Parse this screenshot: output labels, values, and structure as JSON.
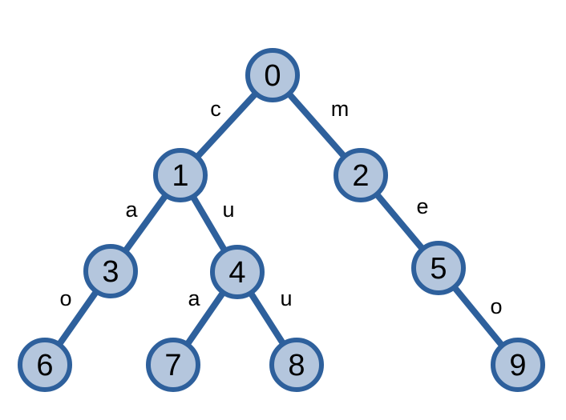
{
  "colors": {
    "edge": "#2e609c",
    "node_fill": "#b4c6dd",
    "node_stroke": "#2e609c"
  },
  "nodes": [
    {
      "id": "0",
      "label": "0"
    },
    {
      "id": "1",
      "label": "1"
    },
    {
      "id": "2",
      "label": "2"
    },
    {
      "id": "3",
      "label": "3"
    },
    {
      "id": "4",
      "label": "4"
    },
    {
      "id": "5",
      "label": "5"
    },
    {
      "id": "6",
      "label": "6"
    },
    {
      "id": "7",
      "label": "7"
    },
    {
      "id": "8",
      "label": "8"
    },
    {
      "id": "9",
      "label": "9"
    }
  ],
  "edges": [
    {
      "from": "0",
      "to": "1",
      "label": "c"
    },
    {
      "from": "0",
      "to": "2",
      "label": "m"
    },
    {
      "from": "1",
      "to": "3",
      "label": "a"
    },
    {
      "from": "1",
      "to": "4",
      "label": "u"
    },
    {
      "from": "2",
      "to": "5",
      "label": "e"
    },
    {
      "from": "3",
      "to": "6",
      "label": "o"
    },
    {
      "from": "4",
      "to": "7",
      "label": "a"
    },
    {
      "from": "4",
      "to": "8",
      "label": "u"
    },
    {
      "from": "5",
      "to": "9",
      "label": "o"
    }
  ]
}
